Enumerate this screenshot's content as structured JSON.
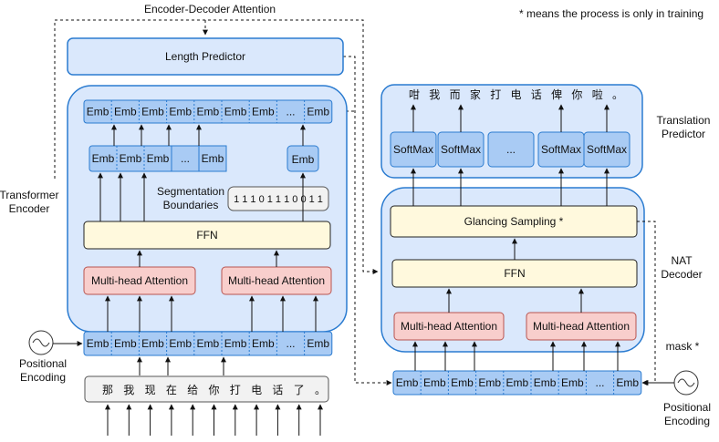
{
  "labels": {
    "encoder_decoder_attention": "Encoder-Decoder Attention",
    "training_note": "* means the process is only in training",
    "length_predictor": "Length Predictor",
    "emb": "Emb",
    "ellipsis": "...",
    "segmentation_line1": "Segmentation",
    "segmentation_line2": "Boundaries",
    "segmentation_bits": "1 1 1 0 1 1 1 0 0 1 1",
    "ffn": "FFN",
    "multi_head_attention": "Multi-head Attention",
    "transformer_line1": "Transformer",
    "transformer_line2": "Encoder",
    "positional_line1": "Positional",
    "positional_line2": "Encoding",
    "translation_line1": "Translation",
    "translation_line2": "Predictor",
    "softmax": "SoftMax",
    "glancing_sampling": "Glancing Sampling *",
    "nat_line1": "NAT",
    "nat_line2": "Decoder",
    "mask": "mask *"
  },
  "source_tokens": [
    "那",
    "我",
    "现",
    "在",
    "给",
    "你",
    "打",
    "电",
    "话",
    "了",
    "。"
  ],
  "output_tokens": [
    "咁",
    "我",
    "而",
    "家",
    "打",
    "电",
    "话",
    "俾",
    "你",
    "啦",
    "。"
  ],
  "colors": {
    "blue_fill": "#dae8fc",
    "blue_stroke": "#2a7bd0",
    "emb_fill": "#a9cbf4",
    "yellow_fill": "#fff9dd",
    "red_fill": "#f8cecc",
    "gray_fill": "#f2f2f2"
  }
}
